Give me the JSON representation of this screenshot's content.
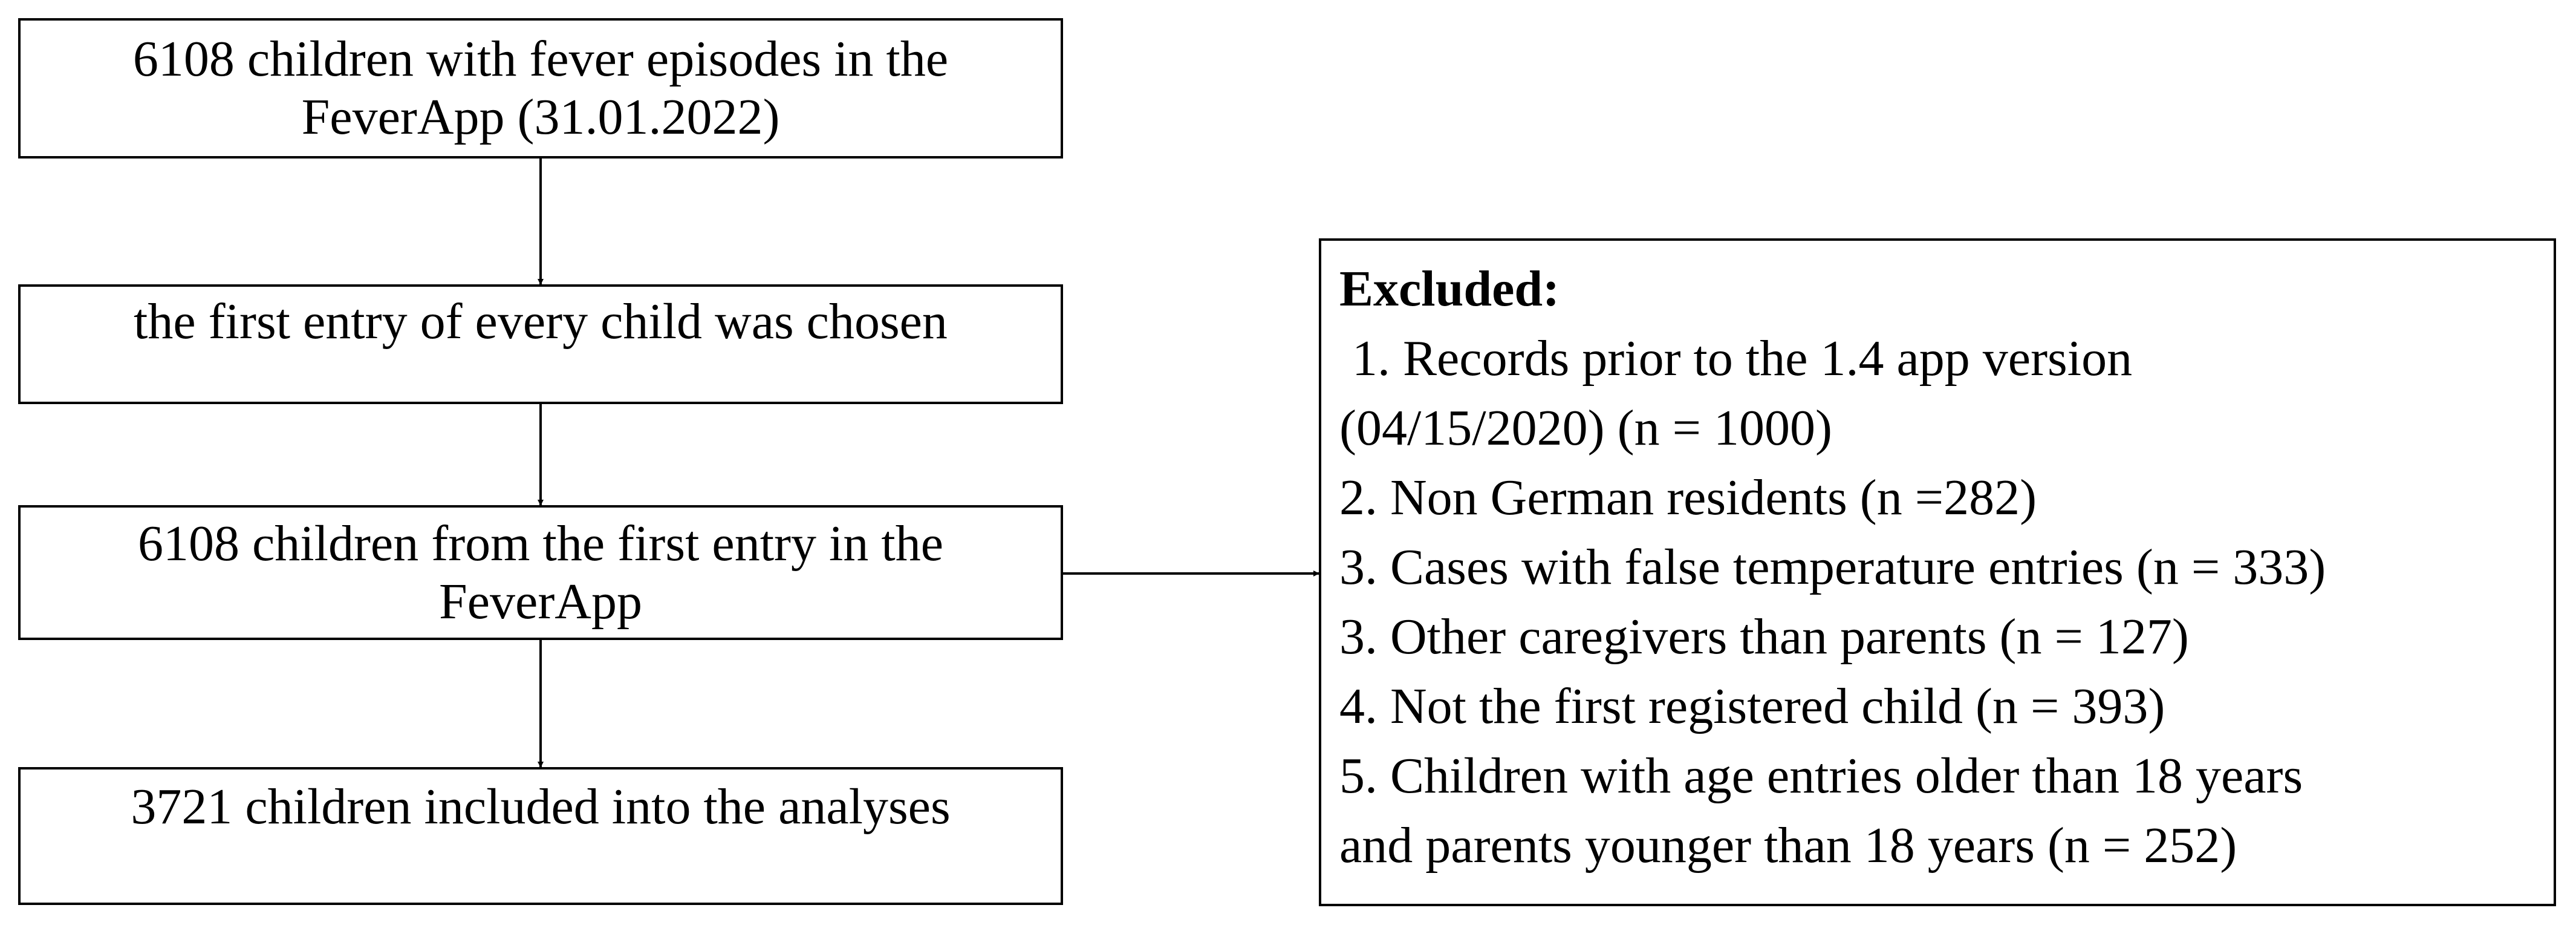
{
  "boxes": {
    "start": {
      "line1": "6108 children with fever episodes in the",
      "line2": "FeverApp (31.01.2022)"
    },
    "first_entry": {
      "line1": "the first entry of every child was chosen"
    },
    "from_first_entry": {
      "line1": "6108 children from the first entry in the",
      "line2": "FeverApp"
    },
    "included": {
      "line1": "3721 children included into the analyses"
    }
  },
  "excluded": {
    "heading": "Excluded:",
    "lines": [
      " 1. Records prior to the 1.4 app version",
      "(04/15/2020) (n = 1000)",
      "2. Non German residents (n =282)",
      "3. Cases with false temperature entries (n = 333)",
      "3. Other caregivers than parents (n = 127)",
      "4. Not the first registered child (n = 393)",
      "5. Children with age entries older than 18 years",
      "and parents younger than 18 years (n = 252)"
    ]
  }
}
